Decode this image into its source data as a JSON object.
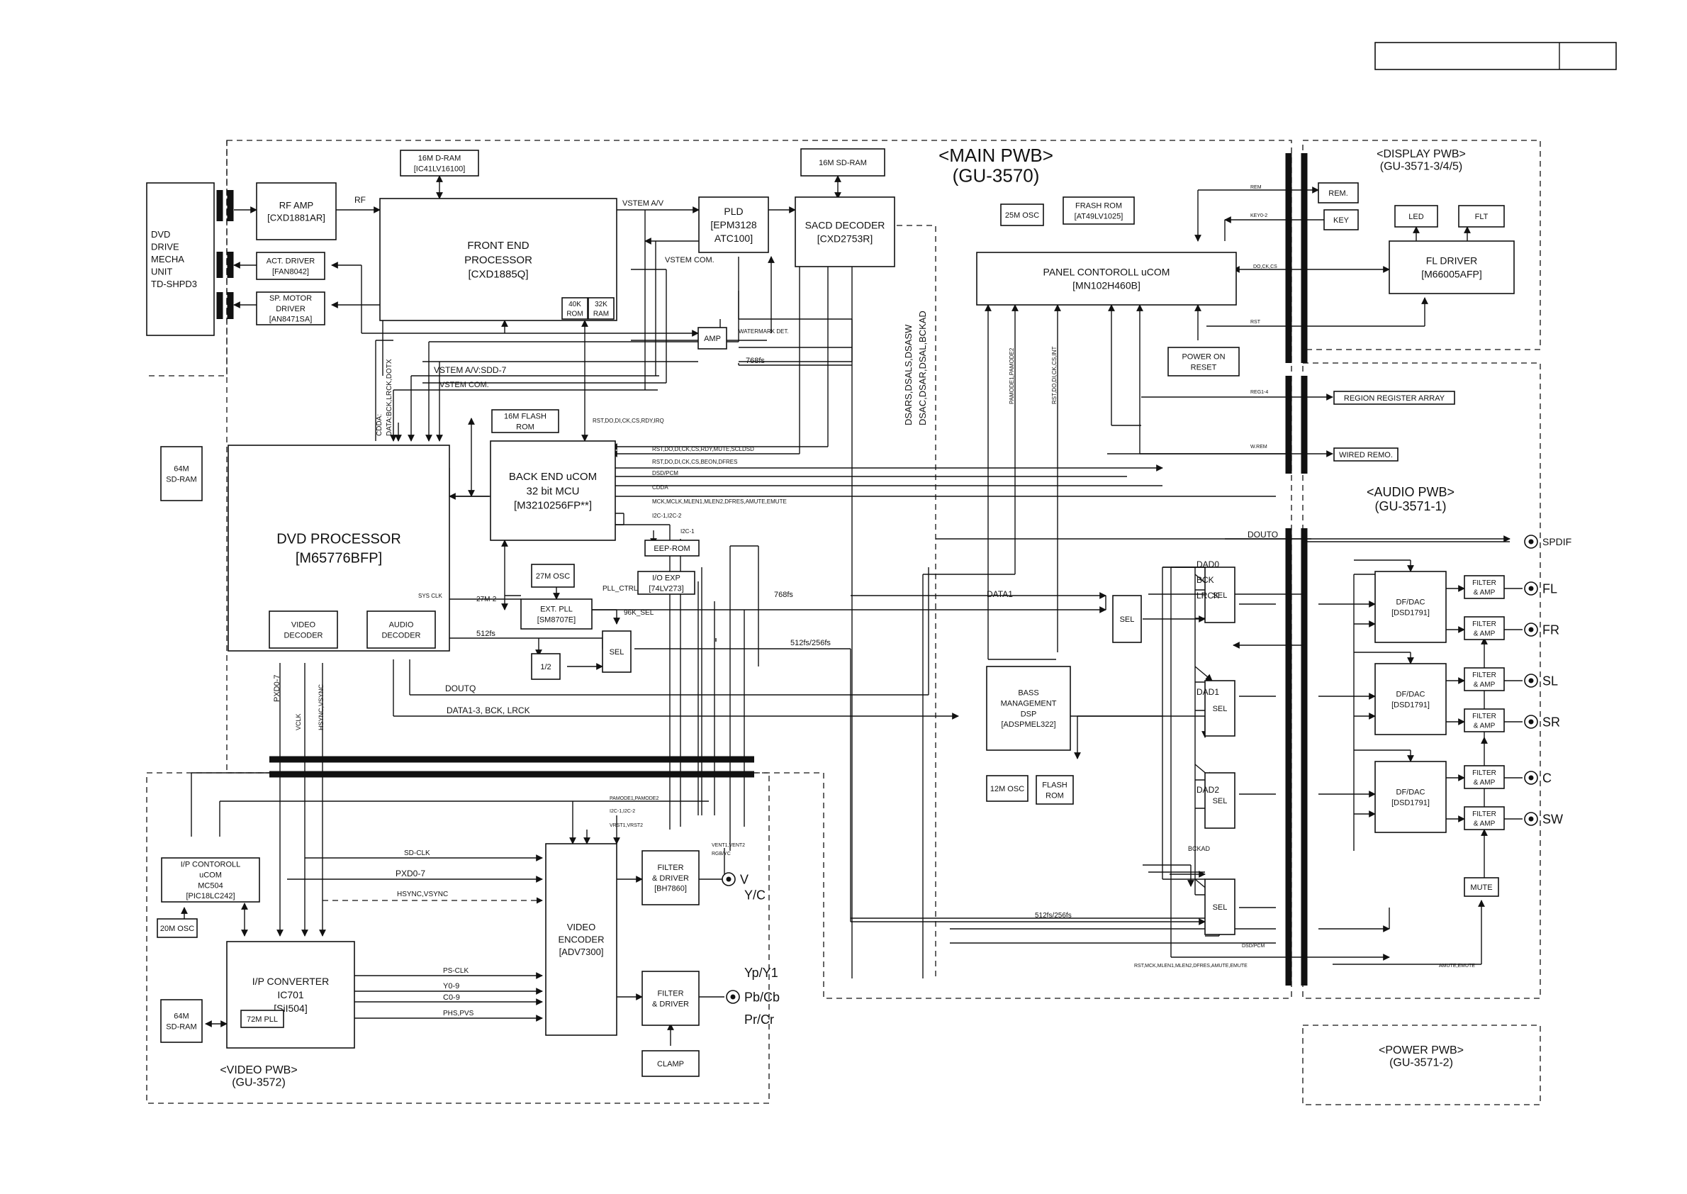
{
  "regions": {
    "main": [
      "<MAIN PWB>",
      "(GU-3570)"
    ],
    "display": [
      "<DISPLAY PWB>",
      "(GU-3571-3/4/5)"
    ],
    "audio": [
      "<AUDIO PWB>",
      "(GU-3571-1)"
    ],
    "video": [
      "<VIDEO PWB>",
      "(GU-3572)"
    ],
    "power": [
      "<POWER PWB>",
      "(GU-3571-2)"
    ]
  },
  "blocks": {
    "mecha": [
      "DVD",
      "DRIVE",
      "MECHA",
      "UNIT",
      "TD-SHPD3"
    ],
    "rf_amp": [
      "RF AMP",
      "[CXD1881AR]"
    ],
    "act_driver": [
      "ACT. DRIVER",
      "[FAN8042]"
    ],
    "sp_driver": [
      "SP. MOTOR",
      "DRIVER",
      "[AN8471SA]"
    ],
    "dram": [
      "16M D-RAM",
      "[IC41LV16100]"
    ],
    "fep": [
      "FRONT END",
      "PROCESSOR",
      "[CXD1885Q]"
    ],
    "fep_rom": [
      "40K",
      "ROM"
    ],
    "fep_ram": [
      "32K",
      "RAM"
    ],
    "pld": [
      "PLD",
      "[EPM3128",
      "ATC100]"
    ],
    "sacd_sdram": [
      "16M SD-RAM"
    ],
    "sacd": [
      "SACD DECODER",
      "[CXD2753R]"
    ],
    "amp": [
      "AMP"
    ],
    "osc25": [
      "25M OSC"
    ],
    "flash_rom": [
      "FRASH ROM",
      "[AT49LV1025]"
    ],
    "panel": [
      "PANEL CONTOROLL uCOM",
      "[MN102H460B]"
    ],
    "power_reset": [
      "POWER ON",
      "RESET"
    ],
    "rem": [
      "REM."
    ],
    "key": [
      "KEY"
    ],
    "led": [
      "LED"
    ],
    "flt": [
      "FLT"
    ],
    "fl_driver": [
      "FL DRIVER",
      "[M66005AFP]"
    ],
    "region": [
      "REGION REGISTER ARRAY"
    ],
    "wired": [
      "WIRED REMO."
    ],
    "sdram64": [
      "64M",
      "SD-RAM"
    ],
    "dvd_proc": [
      "DVD PROCESSOR",
      "[M65776BFP]"
    ],
    "video_dec": [
      "VIDEO",
      "DECODER"
    ],
    "audio_dec": [
      "AUDIO",
      "DECODER"
    ],
    "flash16": [
      "16M FLASH",
      "ROM"
    ],
    "backend": [
      "BACK END uCOM",
      "32 bit MCU",
      "[M3210256FP**]"
    ],
    "eep": [
      "EEP-ROM"
    ],
    "osc27": [
      "27M OSC"
    ],
    "io_exp": [
      "I/O EXP",
      "[74LV273]"
    ],
    "ext_pll": [
      "EXT. PLL",
      "[SM8707E]"
    ],
    "half": [
      "1/2"
    ],
    "sel_small": [
      "SEL"
    ],
    "sel_data1": [
      "SEL"
    ],
    "bass": [
      "BASS",
      "MANAGEMENT",
      "DSP",
      "[ADSPMEL322]"
    ],
    "osc12": [
      "12M OSC"
    ],
    "flash_bass": [
      "FLASH",
      "ROM"
    ],
    "sel_a": [
      "SEL"
    ],
    "sel_b": [
      "SEL"
    ],
    "sel_c": [
      "SEL"
    ],
    "sel_d": [
      "SEL"
    ],
    "dac1": [
      "DF/DAC",
      "[DSD1791]"
    ],
    "dac2": [
      "DF/DAC",
      "[DSD1791]"
    ],
    "dac3": [
      "DF/DAC",
      "[DSD1791]"
    ],
    "fa1": [
      "FILTER",
      "& AMP"
    ],
    "fa2": [
      "FILTER",
      "& AMP"
    ],
    "fa3": [
      "FILTER",
      "& AMP"
    ],
    "fa4": [
      "FILTER",
      "& AMP"
    ],
    "fa5": [
      "FILTER",
      "& AMP"
    ],
    "fa6": [
      "FILTER",
      "& AMP"
    ],
    "mute": [
      "MUTE"
    ],
    "ip_ctrl": [
      "I/P CONTOROLL",
      "uCOM",
      "MC504",
      "[PIC18LC242]"
    ],
    "osc20": [
      "20M OSC"
    ],
    "sdram64v": [
      "64M",
      "SD-RAM"
    ],
    "ipconv": [
      "I/P CONVERTER",
      "IC701",
      "[SiI504]"
    ],
    "pll72": [
      "72M PLL"
    ],
    "venc": [
      "VIDEO",
      "ENCODER",
      "[ADV7300]"
    ],
    "fd1": [
      "FILTER",
      "& DRIVER",
      "[BH7860]"
    ],
    "fd2": [
      "FILTER",
      "& DRIVER"
    ],
    "clamp": [
      "CLAMP"
    ]
  },
  "outputs": {
    "spdif": "SPDIF",
    "fl": "FL",
    "fr": "FR",
    "sl": "SL",
    "sr": "SR",
    "c": "C",
    "sw": "SW",
    "v": "V",
    "yc": "Y/C",
    "yp": "Yp/Y1",
    "pb": "Pb/Cb",
    "pr": "Pr/Cr"
  },
  "signals": {
    "rf": "RF",
    "vstem_av": "VSTEM A/V",
    "vstem_com": "VSTEM COM.",
    "vstem_av_sdd": "VSTEM A/V:SDD-7",
    "vstem_com2": "VSTEM COM.",
    "watermark": "WATERMARK DET.",
    "fs768": "768fs",
    "fs768b": "768fs",
    "cdda": "CDDA:",
    "cdda2": "DATA:BCK,LRCK,DOTX",
    "dsa1": "DSARS,DSALS,DSASW",
    "dsa2": "DSAC,DSAR,DSAL,BCKAD",
    "rst1": "RST,DO,DI,CK,CS,RDY,IRQ",
    "rst2": "RST,DO,DI,CK,CS,RDY,MUTE,SCLDSD",
    "rst3": "RST,DO,DI,CK,CS,BEON,DFRES",
    "dsd_pcm": "DSD/PCM",
    "cdda3": "CDDA",
    "mck": "MCK,MCLK,MLEN1,MLEN2,DFRES,AMUTE,EMUTE",
    "i2c1": "I2C-1,I2C-2",
    "i2c_small": "I2C-1",
    "sys_clk": "SYS CLK",
    "m27": "27M-2",
    "pll_ctrl": "PLL_CTRL",
    "k96": "96K_SEL",
    "fs512": "512fs",
    "fs512_256": "512fs/256fs",
    "fs512_256b": "512fs/256fs",
    "doutq": "DOUTQ",
    "data13": "DATA1-3, BCK, LRCK",
    "data1": "DATA1",
    "dad0": "DAD0",
    "bck": "BCK",
    "lrck": "LRCK",
    "dad1": "DAD1",
    "dad2": "DAD2",
    "bckad": "BCKAD",
    "douto": "DOUTO",
    "pmode": "PAMODE1,PAMODE2",
    "rst_panel": "RST,DO,DI,CK,CS,INT",
    "rem_s": "REM",
    "key_s": "KEY0-2",
    "dock": "DO,CK,CS",
    "rst_s": "RST",
    "reg_s": "REG1-4",
    "wrem": "W.REM",
    "pxd": "PXD0-7",
    "vclk": "VCLK",
    "hsync": "HSYNC,VSYNC",
    "pamode2": "PAMODE1,PAMODE2",
    "i2c2": "I2C-1,I2C-2",
    "vrst": "VRST1,VRST2",
    "vent": "VENT1,VENT2",
    "rgb": "RGB/YC",
    "sdclk": "SD-CLK",
    "pxd2": "PXD0-7",
    "hsync2": "HSYNC,VSYNC",
    "psclk": "PS-CLK",
    "y09": "Y0-9",
    "c09": "C0-9",
    "phs": "PHS,PVS",
    "dsd_pcm2": "DSD/PCM",
    "rst_bottom": "RST,MCK,MLEN1,MLEN2,DFRES,AMUTE,EMUTE",
    "amute": "AMUTE,EMUTE"
  }
}
